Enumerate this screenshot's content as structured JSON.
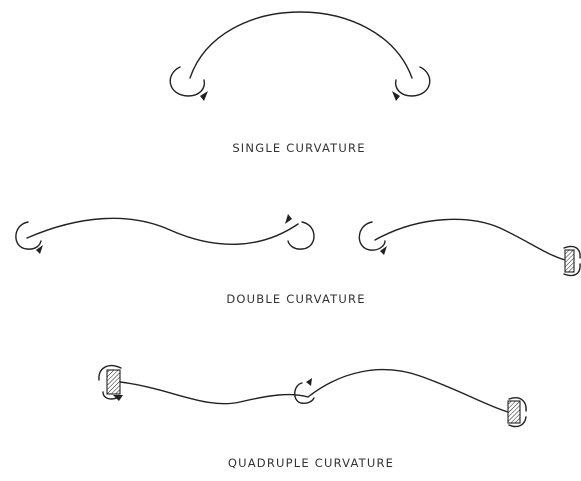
{
  "captions": {
    "single": "SINGLE CURVATURE",
    "double": "DOUBLE CURVATURE",
    "quadruple": "QUADRUPLE CURVATURE"
  }
}
